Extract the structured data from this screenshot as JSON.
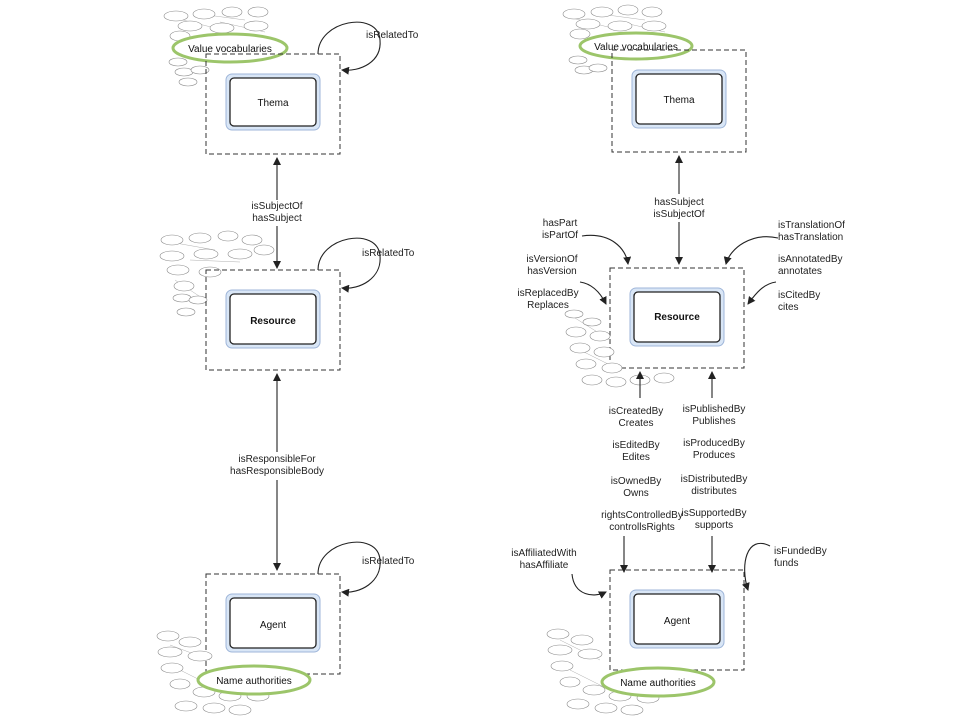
{
  "diagrams": {
    "left": {
      "thema": "Thema",
      "resource": "Resource",
      "agent": "Agent",
      "value_vocabularies": "Value vocabularies",
      "name_authorities": "Name authorities",
      "thema_self": "isRelatedTo",
      "resource_self": "isRelatedTo",
      "agent_self": "isRelatedTo",
      "subject_rel": [
        "isSubjectOf",
        "hasSubject"
      ],
      "responsible_rel": [
        "isResponsibleFor",
        "hasResponsibleBody"
      ]
    },
    "right": {
      "thema": "Thema",
      "resource": "Resource",
      "agent": "Agent",
      "value_vocabularies": "Value vocabularies",
      "name_authorities": "Name authorities",
      "subject_rel": [
        "hasSubject",
        "isSubjectOf"
      ],
      "left_rels": [
        [
          "hasPart",
          "isPartOf"
        ],
        [
          "isVersionOf",
          "hasVersion"
        ],
        [
          "isReplacedBy",
          "Replaces"
        ]
      ],
      "right_rels": [
        [
          "isTranslationOf",
          "hasTranslation"
        ],
        [
          "isAnnotatedBy",
          "annotates"
        ],
        [
          "isCitedBy",
          "cites"
        ]
      ],
      "agent_left_col": [
        [
          "isCreatedBy",
          "Creates"
        ],
        [
          "isEditedBy",
          "Edites"
        ],
        [
          "isOwnedBy",
          "Owns"
        ],
        [
          "rightsControlledBy",
          "controllsRights"
        ]
      ],
      "agent_right_col": [
        [
          "isPublishedBy",
          "Publishes"
        ],
        [
          "isProducedBy",
          "Produces"
        ],
        [
          "isDistributedBy",
          "distributes"
        ],
        [
          "isSupportedBy",
          "supports"
        ]
      ],
      "affiliated": [
        "isAffiliatedWith",
        "hasAffiliate"
      ],
      "funded": [
        "isFundedBy",
        "funds"
      ]
    }
  }
}
